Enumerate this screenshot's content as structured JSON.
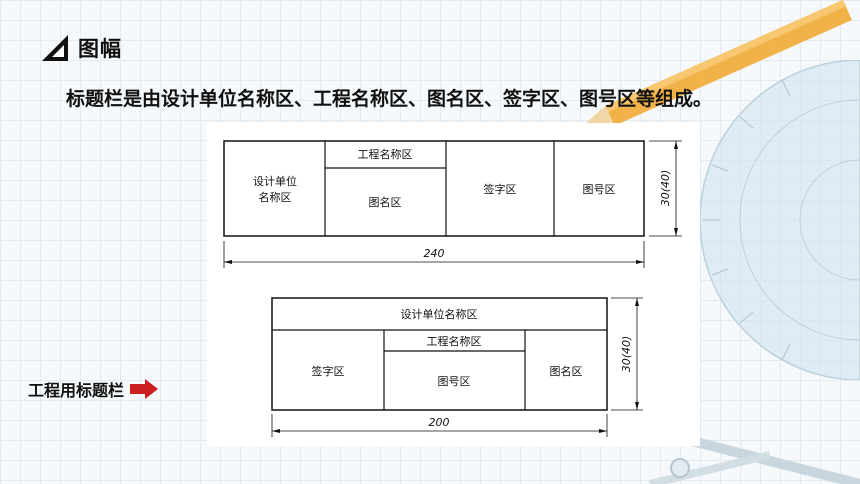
{
  "slide": {
    "title": "图幅",
    "subtitle": "标题栏是由设计单位名称区、工程名称区、图名区、签字区、图号区等组成。",
    "side_label": "工程用标题栏"
  },
  "diagram1": {
    "cells": {
      "design_unit_line1": "设计单位",
      "design_unit_line2": "名称区",
      "project_name": "工程名称区",
      "drawing_name": "图名区",
      "signature": "签字区",
      "drawing_number": "图号区"
    },
    "width_dim": "240",
    "height_dim": "30(40)"
  },
  "diagram2": {
    "cells": {
      "design_unit": "设计单位名称区",
      "signature": "签字区",
      "project_name": "工程名称区",
      "drawing_number": "图号区",
      "drawing_name": "图名区"
    },
    "width_dim": "200",
    "height_dim": "30(40)"
  },
  "colors": {
    "accent_arrow": "#cc1f1f",
    "grid": "#e3ebf1",
    "pencil": "#f2b24a"
  }
}
